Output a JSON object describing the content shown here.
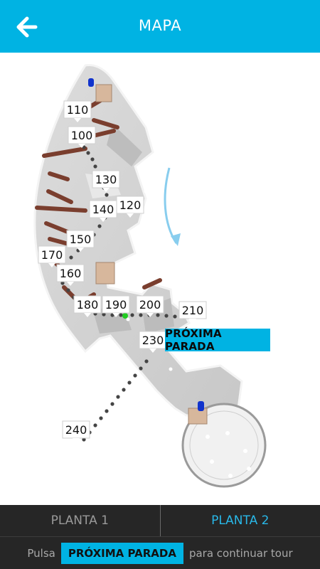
{
  "appbar": {
    "title": "MAPA"
  },
  "map": {
    "stops": [
      "110",
      "100",
      "130",
      "120",
      "140",
      "150",
      "170",
      "160",
      "180",
      "190",
      "200",
      "210",
      "230",
      "240"
    ],
    "next_stop_callout": "PRÓXIMA PARADA"
  },
  "floor_tabs": [
    {
      "label": "PLANTA 1",
      "selected": false
    },
    {
      "label": "PLANTA 2",
      "selected": true
    }
  ],
  "footer": {
    "prefix": "Pulsa",
    "button_label": "PRÓXIMA PARADA",
    "suffix": "para continuar tour"
  },
  "colors": {
    "accent": "#00b3e3",
    "bar": "#262626",
    "active_tab": "#29b8e8",
    "floor": "#d3d3d3",
    "wall_wood": "#7a3e2e"
  }
}
